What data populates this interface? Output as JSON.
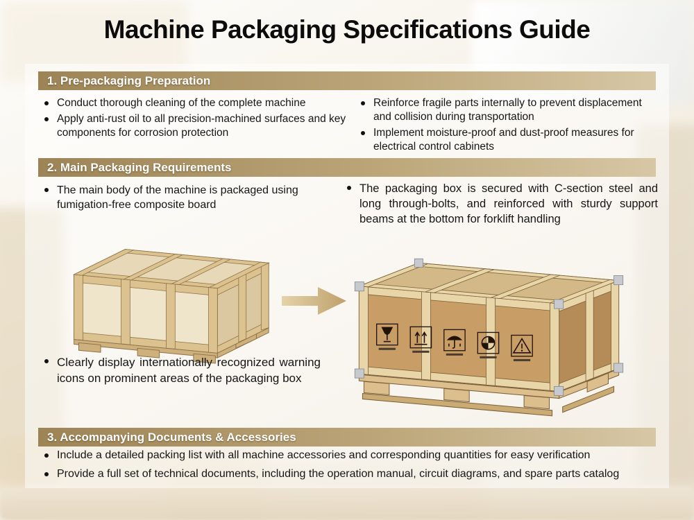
{
  "page": {
    "title": "Machine Packaging Specifications Guide"
  },
  "sections": {
    "s1": {
      "heading": "1. Pre-packaging Preparation",
      "left": [
        "Conduct thorough cleaning of the complete machine",
        "Apply anti-rust oil to all precision-machined surfaces and key components for corrosion protection"
      ],
      "right": [
        "Reinforce fragile parts internally to prevent displacement and collision during transportation",
        "Implement moisture-proof and dust-proof measures for electrical control cabinets"
      ]
    },
    "s2": {
      "heading": "2. Main Packaging Requirements",
      "left_top": "The main body of the machine is packaged using fumigation-free composite board",
      "right_top": "The packaging box is secured with C-section steel and long through-bolts, and reinforced with sturdy support beams at the bottom for forklift handling",
      "left_bottom": "Clearly display internationally recognized warning icons on prominent areas of the packaging box"
    },
    "s3": {
      "heading": "3. Accompanying Documents & Accessories",
      "bullets": [
        "Include a detailed packing list with all machine accessories and corresponding quantities for easy verification",
        "Provide a full set of technical documents, including the operation manual, circuit diagrams, and spare parts catalog"
      ]
    }
  },
  "images": {
    "left_crate_alt": "plain wooden packing crate on pallet",
    "right_crate_alt": "reinforced packing crate with metal corner brackets and warning icons, on forklift pallet",
    "arrow_alt": "process arrow pointing right",
    "warning_icons": [
      "fragile-icon",
      "keep-upright-icon",
      "keep-dry-icon",
      "center-of-gravity-icon",
      "caution-sling-icon"
    ]
  },
  "colors": {
    "heading_bar_start": "#9d8456",
    "heading_bar_end": "#d7c7a5",
    "heading_text": "#ffffff",
    "body_text": "#151515",
    "arrow": "#c9ab77",
    "crate_wood_light": "#efe5cb",
    "crate_cardboard": "#c89e66"
  }
}
